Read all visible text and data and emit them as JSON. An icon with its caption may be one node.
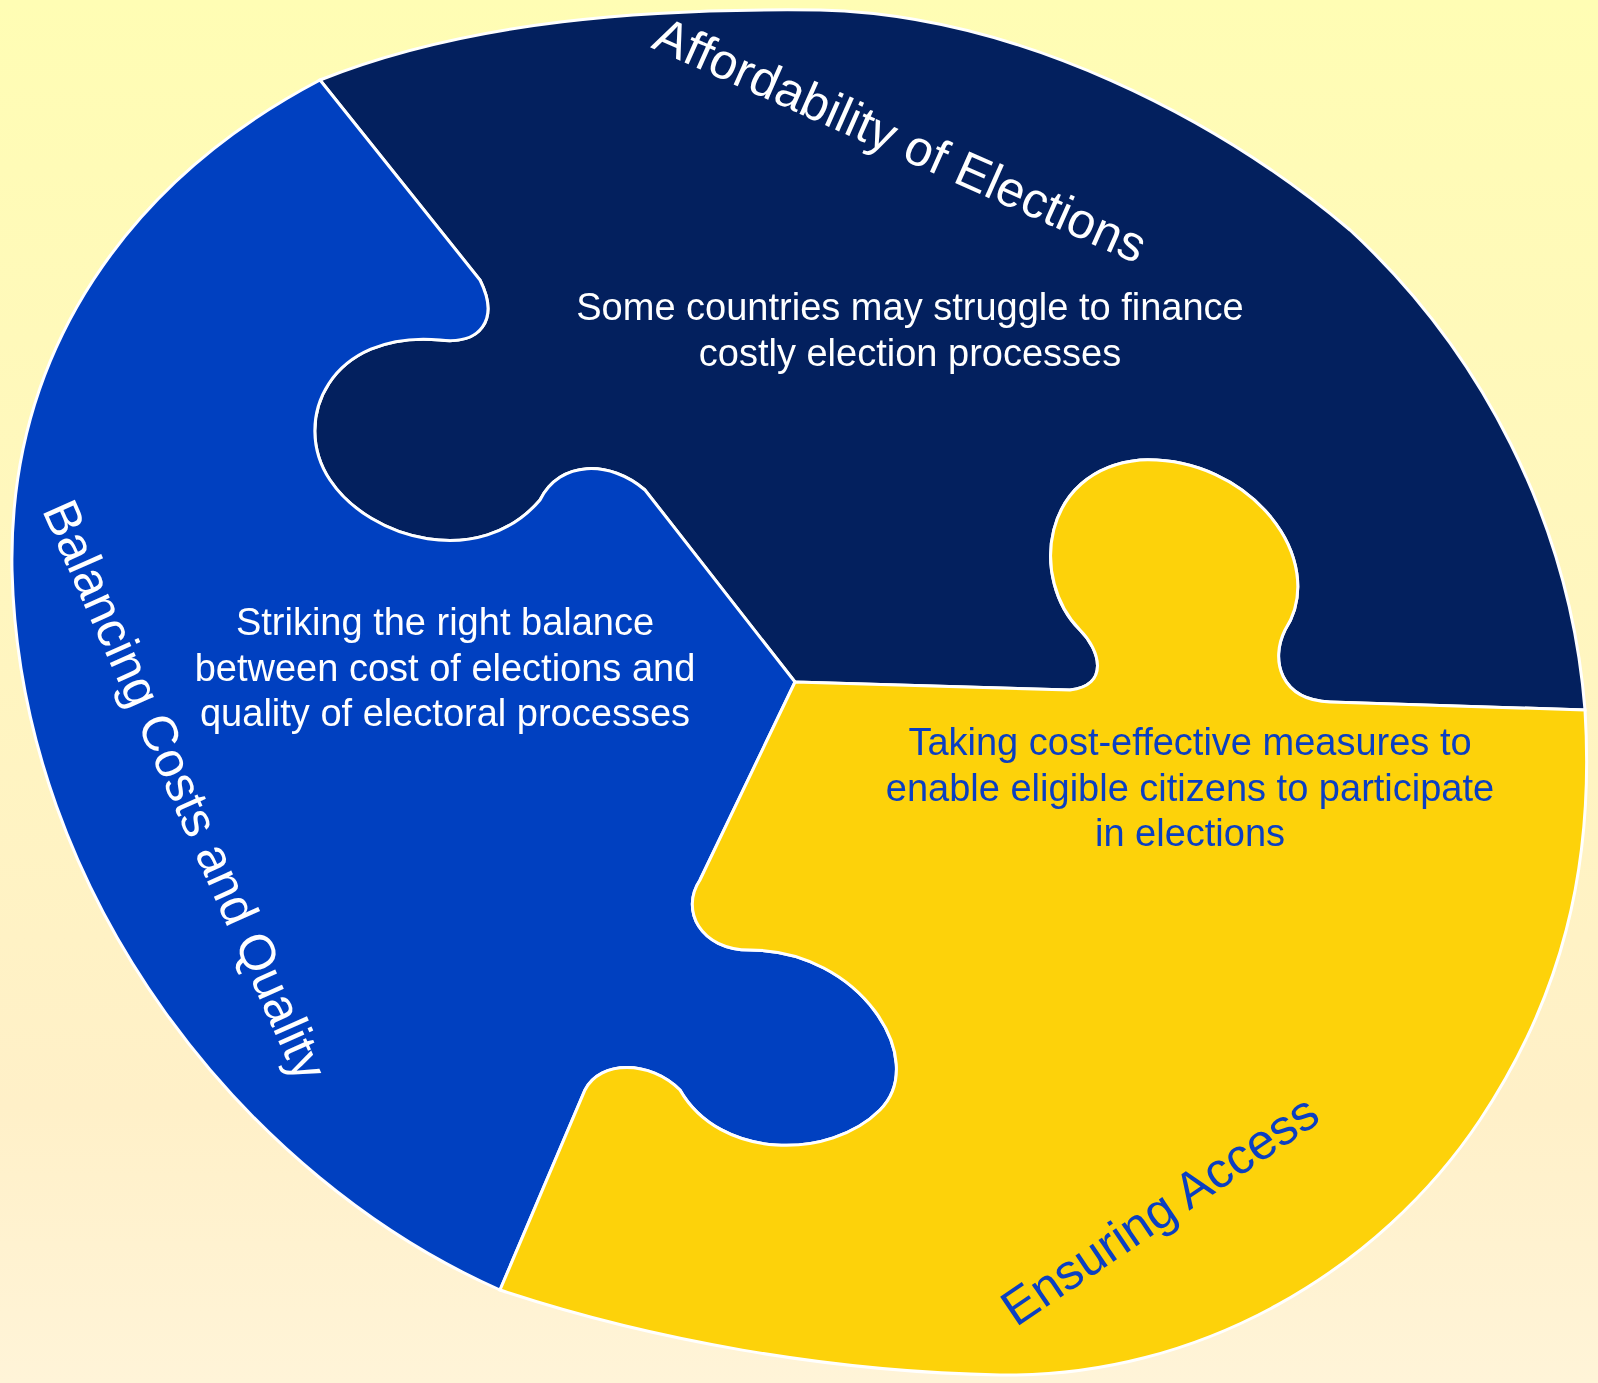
{
  "diagram": {
    "nodes": [
      {
        "text": [
          "Affordability of Elections",
          "Some countries may struggle to finance costly election processes"
        ]
      },
      {
        "text": [
          "Balancing Costs and Quality",
          "Striking the right balance between cost of elections and quality of electoral processes"
        ]
      },
      {
        "text": [
          "Ensuring Access",
          "Taking cost-effective measures to enable eligible citizens to participate in elections"
        ]
      }
    ]
  }
}
